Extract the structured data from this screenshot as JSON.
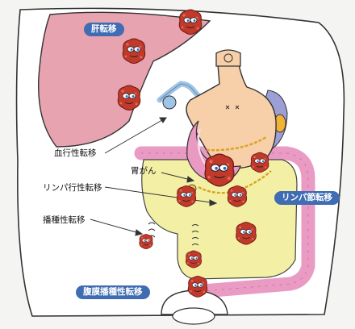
{
  "labels": {
    "liver_metastasis": "肝転移",
    "hematogenous_metastasis": "血行性転移",
    "gastric_cancer": "胃がん",
    "lymphatic_metastasis": "リンパ行性転移",
    "seeding_metastasis": "播種性転移",
    "lymph_node_metastasis": "リンパ節転移",
    "peritoneal_dissemination": "腹膜播種性転移"
  },
  "colors": {
    "pill": "#3f6cb2",
    "liver": "#e8a3b0",
    "stomach": "#f7cfa9",
    "colon": "#e99bc4",
    "small_intestine": "#f3f0a6",
    "tumor": "#c0392b",
    "vessel": "#9ec4e8"
  }
}
